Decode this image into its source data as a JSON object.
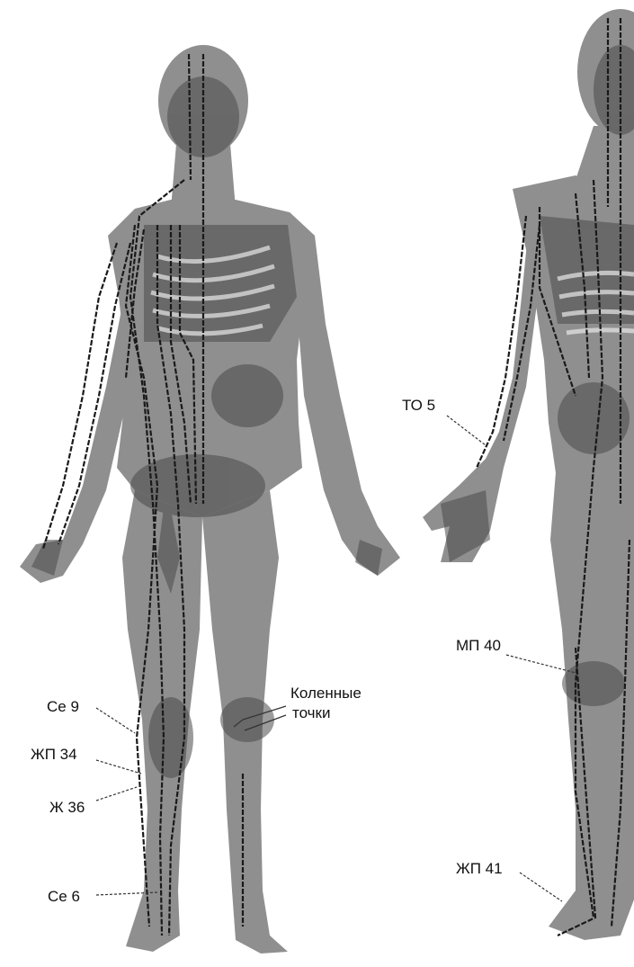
{
  "labels": {
    "to5": "ТО 5",
    "mp40": "МП 40",
    "se9": "Се 9",
    "zhp34": "ЖП 34",
    "zh36": "Ж 36",
    "se6": "Се 6",
    "zhp41": "ЖП 41",
    "knee_line1": "Коленные",
    "knee_line2": "точки"
  },
  "colors": {
    "body": "#8f8f8f",
    "body_dark": "#4a4a4a",
    "meridian": "#1a1a1a",
    "leader": "#333333",
    "background": "#ffffff"
  }
}
